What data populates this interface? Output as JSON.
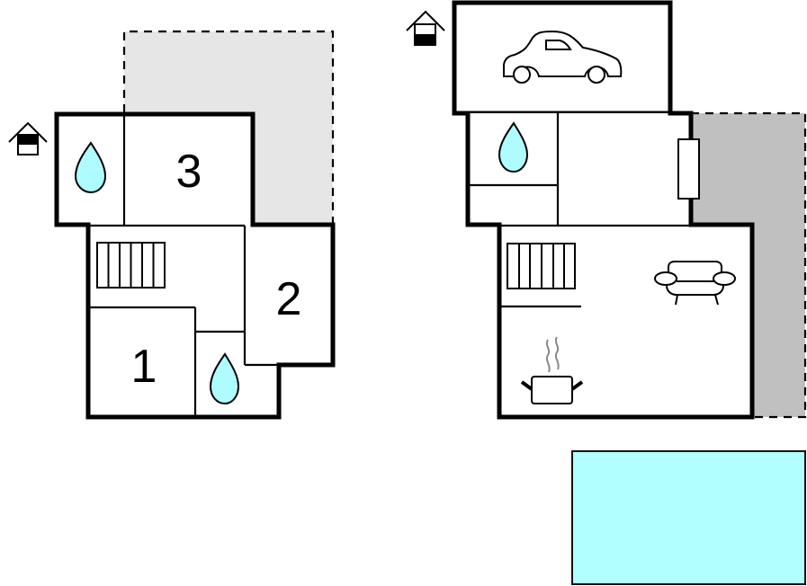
{
  "colors": {
    "water": "#aefcff",
    "terrace_light": "#e6e6e6",
    "terrace_dark": "#c0c0c0",
    "pool": "#b2ffff",
    "wall": "#000000"
  },
  "floor_upper": {
    "rooms": [
      {
        "label": "3"
      },
      {
        "label": "2"
      },
      {
        "label": "1"
      }
    ],
    "icons": [
      "entrance-icon",
      "bathroom-icon",
      "bathroom-icon",
      "stairs-icon"
    ]
  },
  "floor_ground": {
    "icons": [
      "entrance-icon",
      "car-icon",
      "bathroom-icon",
      "stairs-icon",
      "sofa-icon",
      "cooking-pot-icon",
      "window-icon"
    ]
  }
}
